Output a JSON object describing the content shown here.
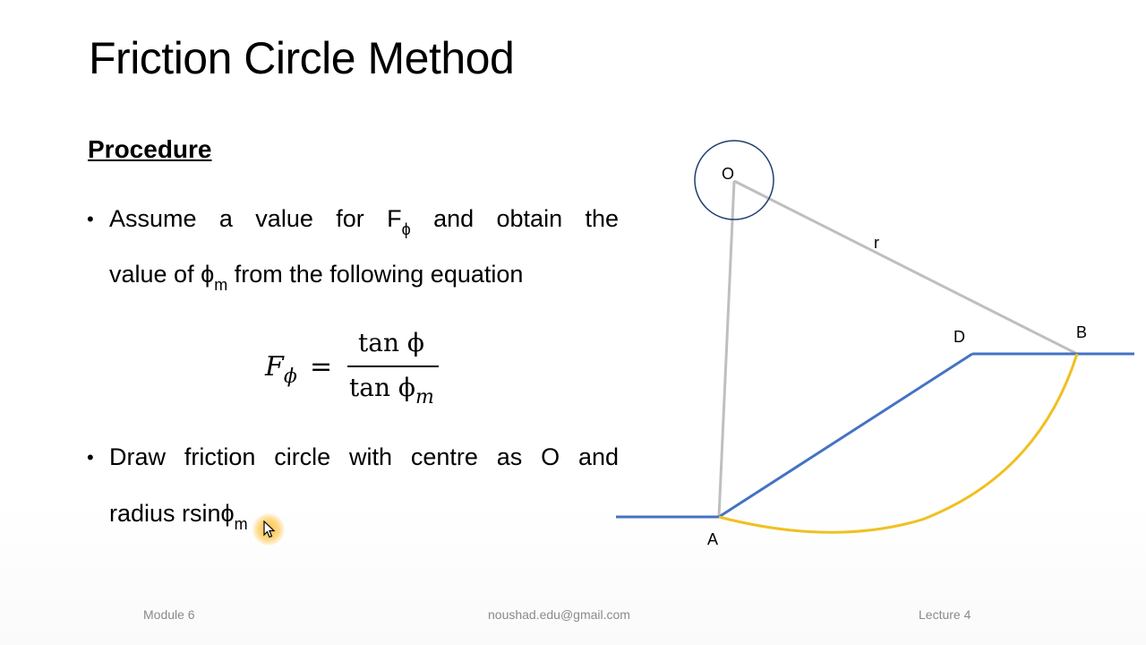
{
  "slide": {
    "title": "Friction Circle Method",
    "subtitle": "Procedure",
    "bullets": [
      {
        "line1": "Assume a value for F",
        "line1_sub": "ϕ",
        "line1_rest": " and obtain the",
        "line2": "value of ϕ",
        "line2_sub": "m",
        "line2_rest": " from the following equation"
      },
      {
        "line1": "Draw friction circle with centre as O and",
        "line2": "radius rsinϕ",
        "line2_sub": "m"
      }
    ],
    "equation": {
      "lhs": "F",
      "lhs_sub": "ϕ",
      "equals": "=",
      "numerator": "tan ϕ",
      "denominator": "tan ϕ",
      "denominator_sub": "m"
    }
  },
  "diagram": {
    "labels": {
      "O": "O",
      "r": "r",
      "D": "D",
      "B": "B",
      "A": "A"
    },
    "colors": {
      "circle": "#1f3f6e",
      "radius_lines": "#bfbfbf",
      "slope": "#4472c4",
      "slip_arc": "#f0c020"
    }
  },
  "footer": {
    "left": "Module 6",
    "center": "noushad.edu@gmail.com",
    "right": "Lecture 4"
  }
}
